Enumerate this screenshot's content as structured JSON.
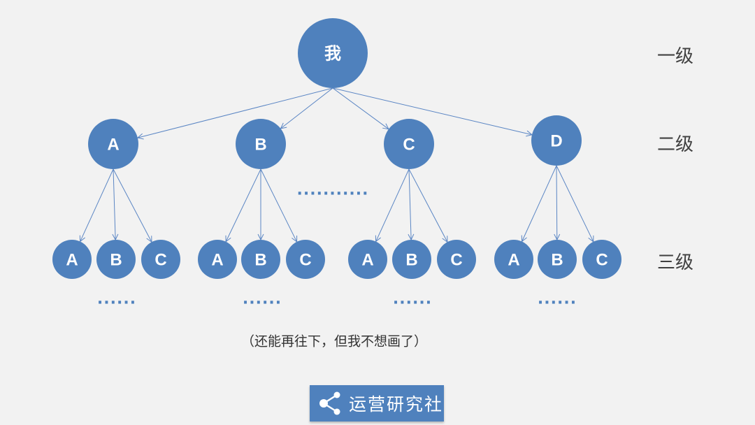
{
  "root": {
    "label": "我"
  },
  "levels": [
    "一级",
    "二级",
    "三级"
  ],
  "level2": [
    {
      "label": "A",
      "children": [
        "A",
        "B",
        "C"
      ]
    },
    {
      "label": "B",
      "children": [
        "A",
        "B",
        "C"
      ]
    },
    {
      "label": "C",
      "children": [
        "A",
        "B",
        "C"
      ]
    },
    {
      "label": "D",
      "children": [
        "A",
        "B",
        "C"
      ]
    }
  ],
  "middle_ellipsis": "...........",
  "child_ellipsis": "......",
  "caption": "（还能再往下，但我不想画了）",
  "logo": {
    "text": "运营研究社",
    "icon": "share-icon"
  },
  "colors": {
    "node": "#4f81bd",
    "edge": "#5b86c4",
    "background": "#f2f2f2"
  }
}
